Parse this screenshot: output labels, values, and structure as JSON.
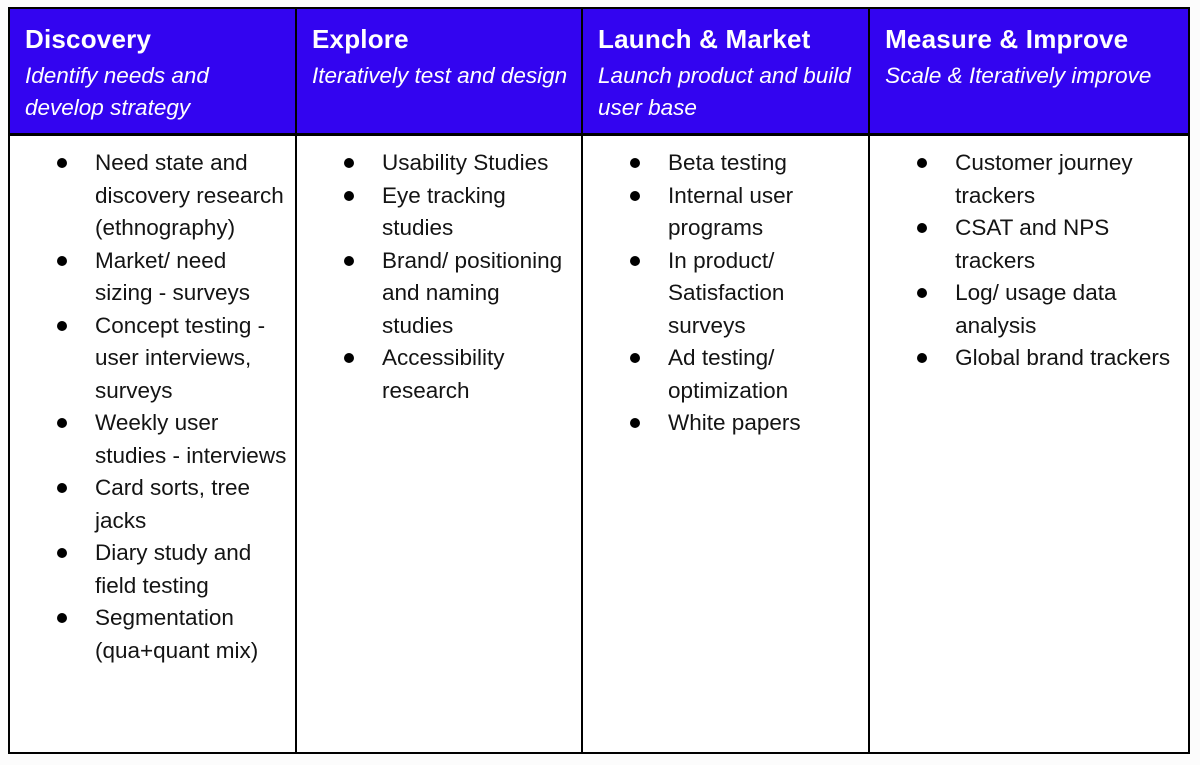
{
  "table": {
    "colors": {
      "header_bg": "#3304F0",
      "header_text": "#FFFFFF",
      "body_text": "#141414",
      "border": "#000000"
    },
    "columns": [
      {
        "title": "Discovery",
        "subtitle": "Identify needs and develop strategy",
        "items": [
          "Need state and discovery research (ethnography)",
          "Market/ need sizing - surveys",
          "Concept testing - user interviews, surveys",
          "Weekly user studies - interviews",
          "Card sorts, tree jacks",
          "Diary study and field testing",
          "Segmentation (qua+quant mix)"
        ]
      },
      {
        "title": "Explore",
        "subtitle": "Iteratively test and design",
        "items": [
          "Usability Studies",
          "Eye tracking studies",
          "Brand/ positioning and naming studies",
          "Accessibility research"
        ]
      },
      {
        "title": "Launch & Market",
        "subtitle": "Launch product and build user base",
        "items": [
          "Beta testing",
          "Internal user programs",
          "In product/ Satisfaction surveys",
          "Ad testing/ optimization",
          "White papers"
        ]
      },
      {
        "title": "Measure & Improve",
        "subtitle": "Scale & Iteratively improve",
        "items": [
          "Customer journey trackers",
          "CSAT and NPS trackers",
          "Log/ usage data analysis",
          "Global brand trackers"
        ]
      }
    ]
  }
}
